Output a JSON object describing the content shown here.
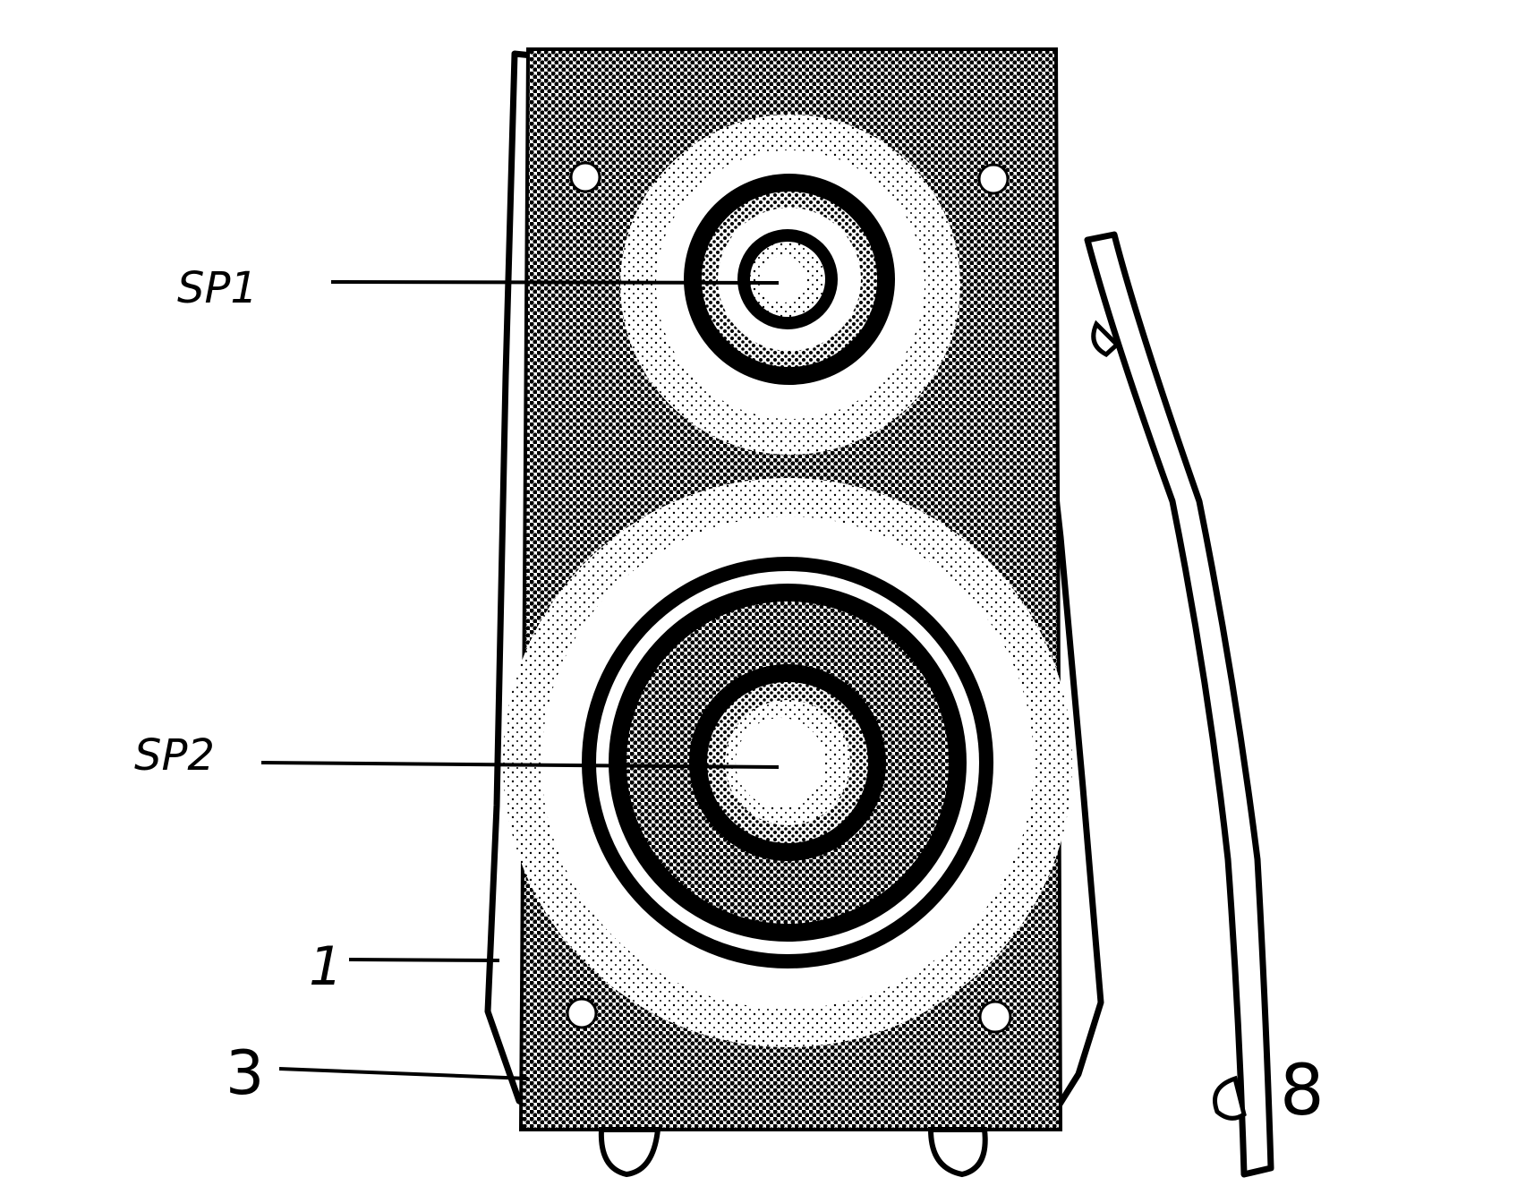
{
  "figure": {
    "labels": {
      "sp1": "SP1",
      "sp2": "SP2",
      "cabinet": "1",
      "grille": "3",
      "cover": "8"
    },
    "colors": {
      "ink": "#000000",
      "paper": "#ffffff"
    }
  }
}
